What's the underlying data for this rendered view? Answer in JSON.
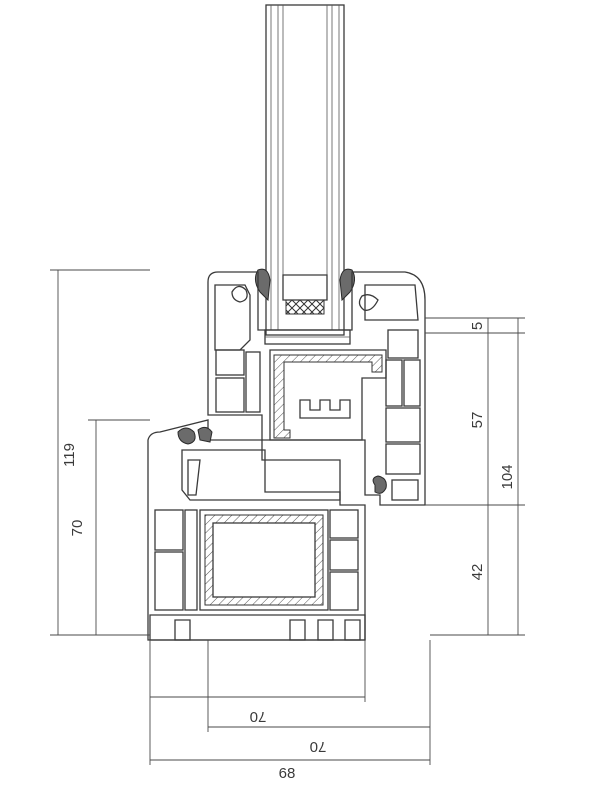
{
  "dimensions": {
    "overall_height": "119",
    "frame_height": "70",
    "sash_top_lip": "5",
    "sash_middle": "57",
    "sash_height": "104",
    "sash_lower": "42",
    "sash_depth": "70",
    "frame_depth": "70",
    "overall_depth": "68"
  },
  "colors": {
    "line": "#3a3a3a",
    "gasket": "#6b6b6b",
    "background": "#ffffff"
  }
}
